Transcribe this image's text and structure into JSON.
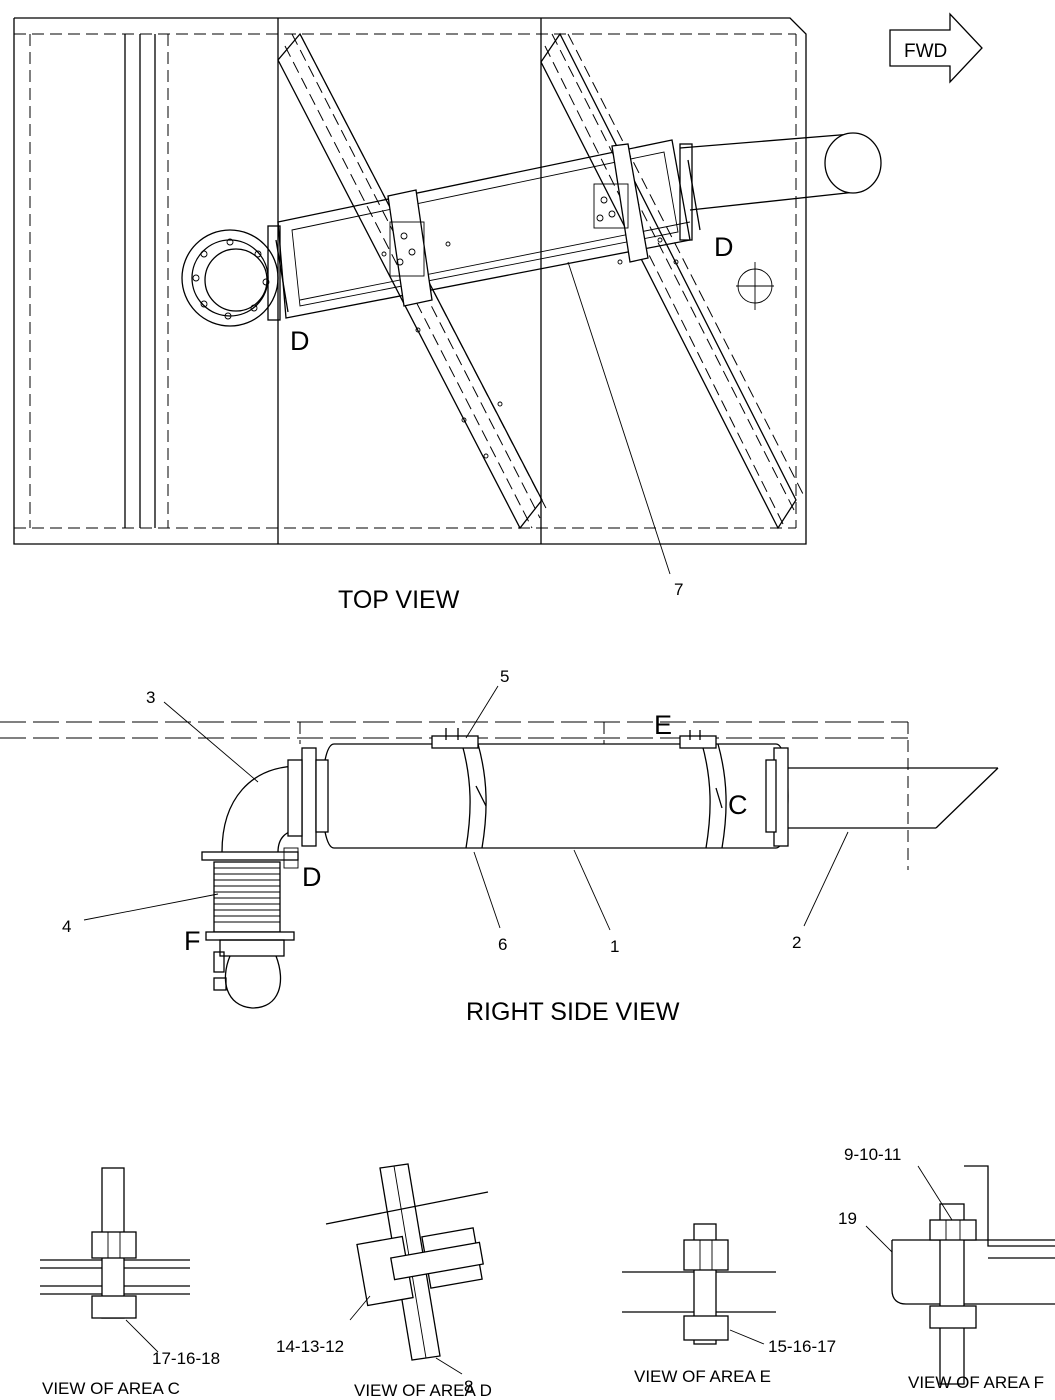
{
  "views": {
    "top": "TOP VIEW",
    "right_side": "RIGHT SIDE VIEW",
    "area_c": "VIEW OF AREA C",
    "area_d": "VIEW OF AREA D",
    "area_e": "VIEW OF AREA E",
    "area_f": "VIEW OF AREA F"
  },
  "fwd_label": "FWD",
  "area_letters": {
    "d_top_right": "D",
    "d_top_left": "D",
    "e": "E",
    "c": "C",
    "d_side": "D",
    "f": "F"
  },
  "callouts": {
    "p1": "1",
    "p2": "2",
    "p3": "3",
    "p4": "4",
    "p5": "5",
    "p6": "6",
    "p7": "7",
    "p8": "8",
    "c_hw": "17-16-18",
    "d_hw": "14-13-12",
    "e_hw": "15-16-17",
    "f_hw": "9-10-11",
    "f_bracket": "19"
  }
}
